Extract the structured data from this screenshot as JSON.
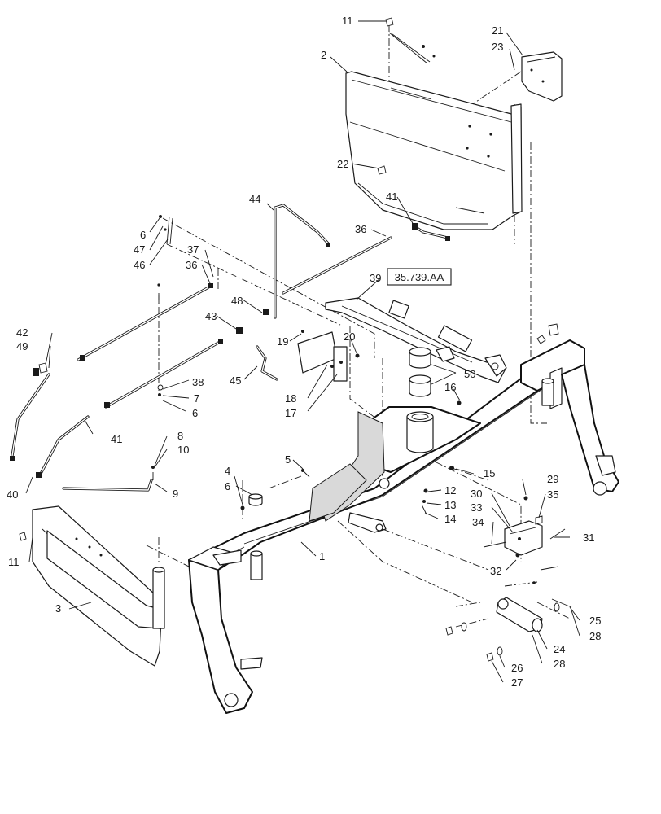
{
  "reference_link": "35.739.AA",
  "callouts": {
    "n1": "1",
    "n2": "2",
    "n3": "3",
    "n4": "4",
    "n5": "5",
    "n6a": "6",
    "n6b": "6",
    "n6c": "6",
    "n7": "7",
    "n8": "8",
    "n9": "9",
    "n10": "10",
    "n11a": "11",
    "n11b": "11",
    "n12": "12",
    "n13": "13",
    "n14": "14",
    "n15": "15",
    "n16": "16",
    "n17": "17",
    "n18": "18",
    "n19": "19",
    "n20": "20",
    "n21": "21",
    "n22": "22",
    "n23": "23",
    "n24": "24",
    "n25": "25",
    "n26": "26",
    "n27": "27",
    "n28a": "28",
    "n28b": "28",
    "n29": "29",
    "n30": "30",
    "n31": "31",
    "n32": "32",
    "n33": "33",
    "n34": "34",
    "n35": "35",
    "n36a": "36",
    "n36b": "36",
    "n37": "37",
    "n38": "38",
    "n39": "39",
    "n40": "40",
    "n41a": "41",
    "n41b": "41",
    "n42": "42",
    "n43": "43",
    "n44": "44",
    "n45": "45",
    "n46": "46",
    "n47": "47",
    "n48": "48",
    "n49": "49",
    "n50": "50"
  }
}
